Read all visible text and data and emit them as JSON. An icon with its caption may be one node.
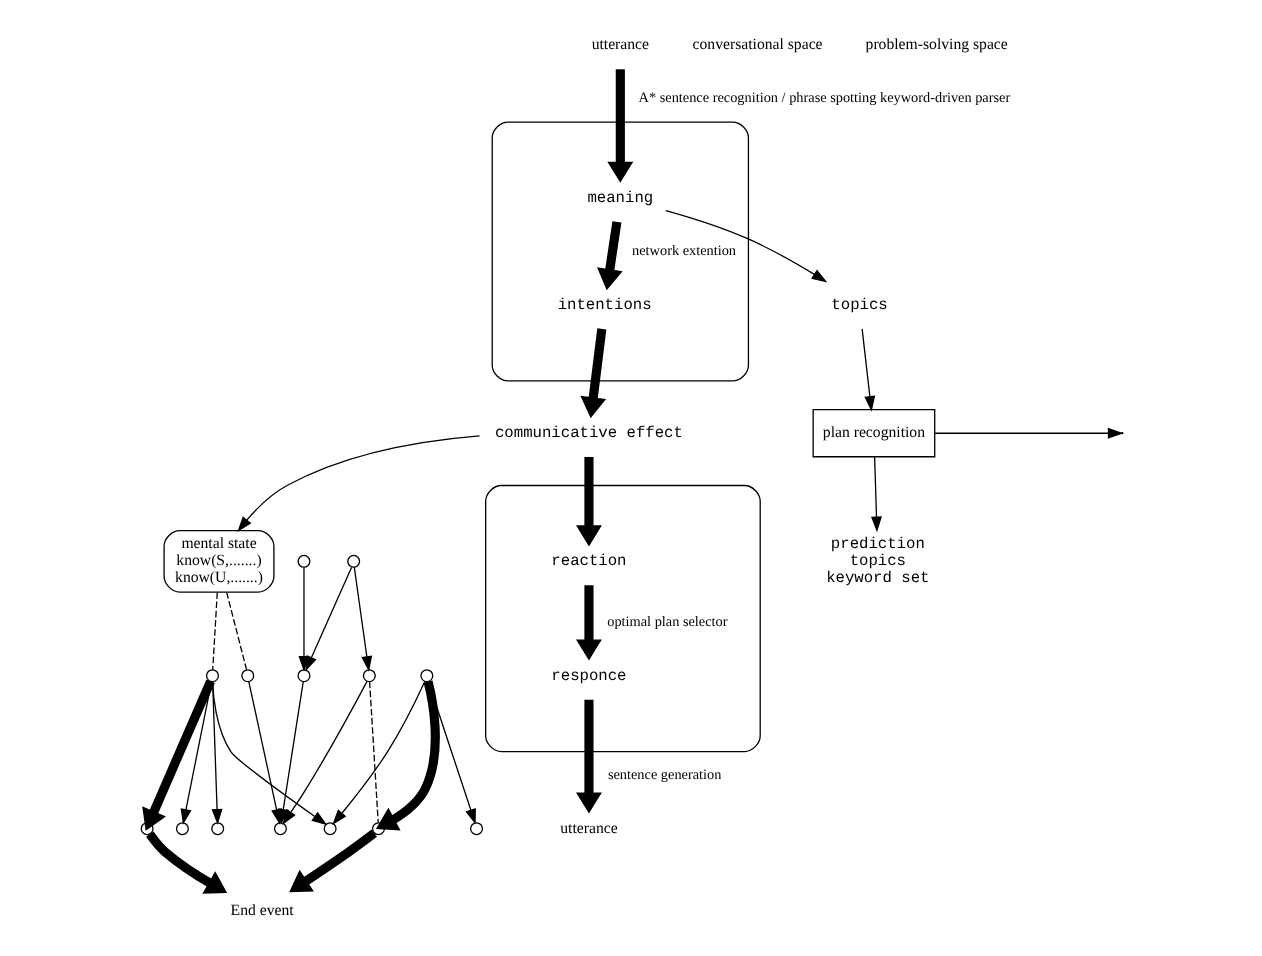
{
  "diagram": {
    "nodes": [
      {
        "text": [
          "utterance"
        ]
      },
      {
        "text": [],
        "shape": "box"
      },
      {
        "text": [
          "meaning"
        ],
        "in": 1
      },
      {
        "text": [
          "intentions"
        ],
        "in": 1
      },
      {
        "text": [
          "topics"
        ]
      },
      {
        "text": [],
        "shape": "circle"
      },
      {
        "text": [],
        "shape": "circle"
      },
      {
        "text": [],
        "shape": "circle"
      },
      {
        "text": [],
        "shape": "circle"
      },
      {
        "text": [],
        "shape": "circle"
      },
      {
        "text": [],
        "shape": "circle"
      },
      {
        "text": [
          "communicative effect"
        ]
      },
      {
        "text": [
          "mental state",
          "know(S,.......)",
          "know(U,.......)"
        ]
      },
      {
        "text": [
          "End event"
        ]
      },
      {
        "text": [],
        "shape": "circle"
      },
      {
        "text": [],
        "shape": "circle"
      },
      {
        "text": [],
        "shape": "box"
      },
      {
        "text": [
          "reaction"
        ],
        "in": 16
      },
      {
        "text": [
          "responce"
        ],
        "in": 16
      },
      {
        "text": [],
        "shape": "circle"
      },
      {
        "text": [],
        "shape": "circle"
      },
      {
        "text": [
          "plan recognition"
        ]
      },
      {
        "text": [],
        "shape": "circle"
      },
      {
        "text": [],
        "shape": "circle"
      },
      {
        "text": [],
        "shape": "circle"
      },
      {
        "text": [],
        "shape": "circle"
      },
      {
        "text": [
          "utterance"
        ]
      },
      {
        "text": [
          "prediction",
          "topics",
          "keyword set"
        ]
      }
    ],
    "edges": [
      {
        "from": 0,
        "to": 2,
        "arrow": "to",
        "style": "thick",
        "label": "A* sentence recognition / phrase spotting keyword-driven parser"
      },
      {
        "from": 2,
        "to": 3,
        "arrow": "to",
        "style": "thick",
        "label": "network extention"
      },
      {
        "from": 2,
        "to": 4,
        "arrow": "to"
      },
      {
        "from": 6,
        "to": 5,
        "arrow": "to"
      },
      {
        "from": 7,
        "to": 5,
        "arrow": "to"
      },
      {
        "from": 8,
        "to": 5,
        "arrow": "to"
      },
      {
        "from": 9,
        "to": 7,
        "arrow": "to"
      },
      {
        "from": 10,
        "to": 7,
        "arrow": "to"
      },
      {
        "from": 10,
        "to": 8,
        "arrow": "to"
      },
      {
        "from": 3,
        "to": 11,
        "arrow": "to",
        "style": "thick"
      },
      {
        "from": 11,
        "to": 12,
        "arrow": "to"
      },
      {
        "from": 12,
        "to": 6,
        "arrow": "none",
        "style": "dashed"
      },
      {
        "from": 12,
        "to": 19,
        "arrow": "none",
        "style": "dashed"
      },
      {
        "from": 8,
        "to": 15,
        "arrow": "none",
        "style": "dashed"
      },
      {
        "from": 19,
        "to": 14,
        "arrow": "to",
        "style": "thick"
      },
      {
        "from": 14,
        "to": 13,
        "arrow": "to",
        "style": "thick"
      },
      {
        "from": 20,
        "to": 15,
        "arrow": "to",
        "style": "thick"
      },
      {
        "from": 15,
        "to": 13,
        "arrow": "to",
        "style": "thick"
      },
      {
        "from": 11,
        "to": 17,
        "arrow": "to",
        "style": "thick"
      },
      {
        "from": 17,
        "to": 18,
        "arrow": "to",
        "style": "thick",
        "label": "optimal plan selector"
      },
      {
        "from": 18,
        "to": 26,
        "arrow": "to",
        "style": "thick",
        "label": "sentence generation"
      },
      {
        "from": 4,
        "to": 21,
        "arrow": "to"
      },
      {
        "from": 21,
        "to": null,
        "arrow": "to"
      },
      {
        "from": 19,
        "to": 22,
        "arrow": "to"
      },
      {
        "from": 19,
        "to": 23,
        "arrow": "to"
      },
      {
        "from": 19,
        "to": 24,
        "arrow": "to"
      },
      {
        "from": 20,
        "to": 24,
        "arrow": "to"
      },
      {
        "from": 20,
        "to": 25,
        "arrow": "to"
      },
      {
        "from": 21,
        "to": 27,
        "arrow": "to"
      }
    ],
    "labels": [
      "conversational space",
      "problem-solving space"
    ]
  }
}
